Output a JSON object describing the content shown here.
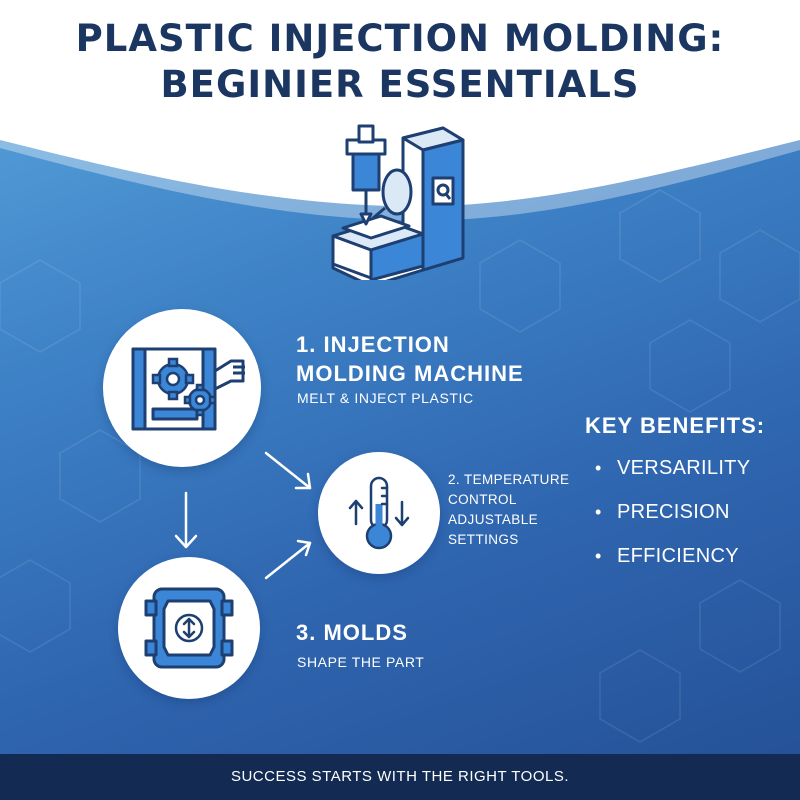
{
  "title": {
    "line1": "PLASTIC INJECTION MOLDING:",
    "line2": "BEGINIER ESSENTIALS"
  },
  "steps": [
    {
      "title_line1": "1. INJECTION",
      "title_line2": "MOLDING MACHINE",
      "description": "MELT & INJECT PLASTIC",
      "icon": "machine-gears-icon"
    },
    {
      "title_line1": "2. TEMPERATURE",
      "title_line2": "CONTROL",
      "title_line3": "ADJUSTABLE",
      "title_line4": "SETTINGS",
      "icon": "thermometer-icon"
    },
    {
      "title": "3. MOLDS",
      "description": "SHAPE THE PART",
      "icon": "mold-icon"
    }
  ],
  "benefits": {
    "heading": "KEY BENEFITS:",
    "items": [
      "VERSARILITY",
      "PRECISION",
      "EFFICIENCY"
    ]
  },
  "footer": "SUCCESS STARTS WITH THE RIGHT TOOLS.",
  "colors": {
    "title": "#1a3661",
    "background_light": "#5aa6de",
    "background_dark": "#244f95",
    "icon_blue": "#3b86d6",
    "icon_outline": "#1e3f72",
    "footer_bg": "#132b52"
  }
}
